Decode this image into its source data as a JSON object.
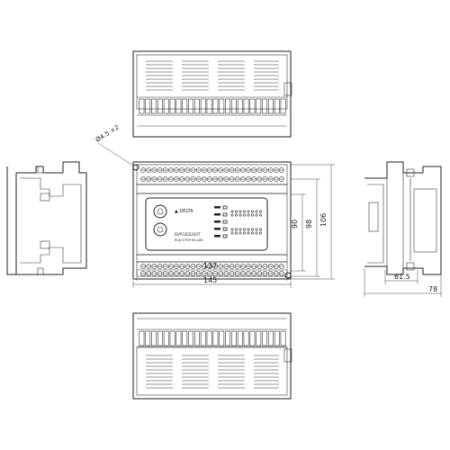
{
  "dimensions": {
    "hole": "Ø4.5 ×2",
    "inner_width": "137",
    "overall_width": "145",
    "h90": "90",
    "h98": "98",
    "h106": "106",
    "side_depth": "61.5",
    "overall_depth": "78"
  },
  "front_panel": {
    "brand_label": "▲ DELTA",
    "model_label": "DVP32ES200T",
    "model_sublabel": "RUN STOP RS-485"
  },
  "colors": {
    "line": "#222222",
    "background": "#ffffff"
  }
}
